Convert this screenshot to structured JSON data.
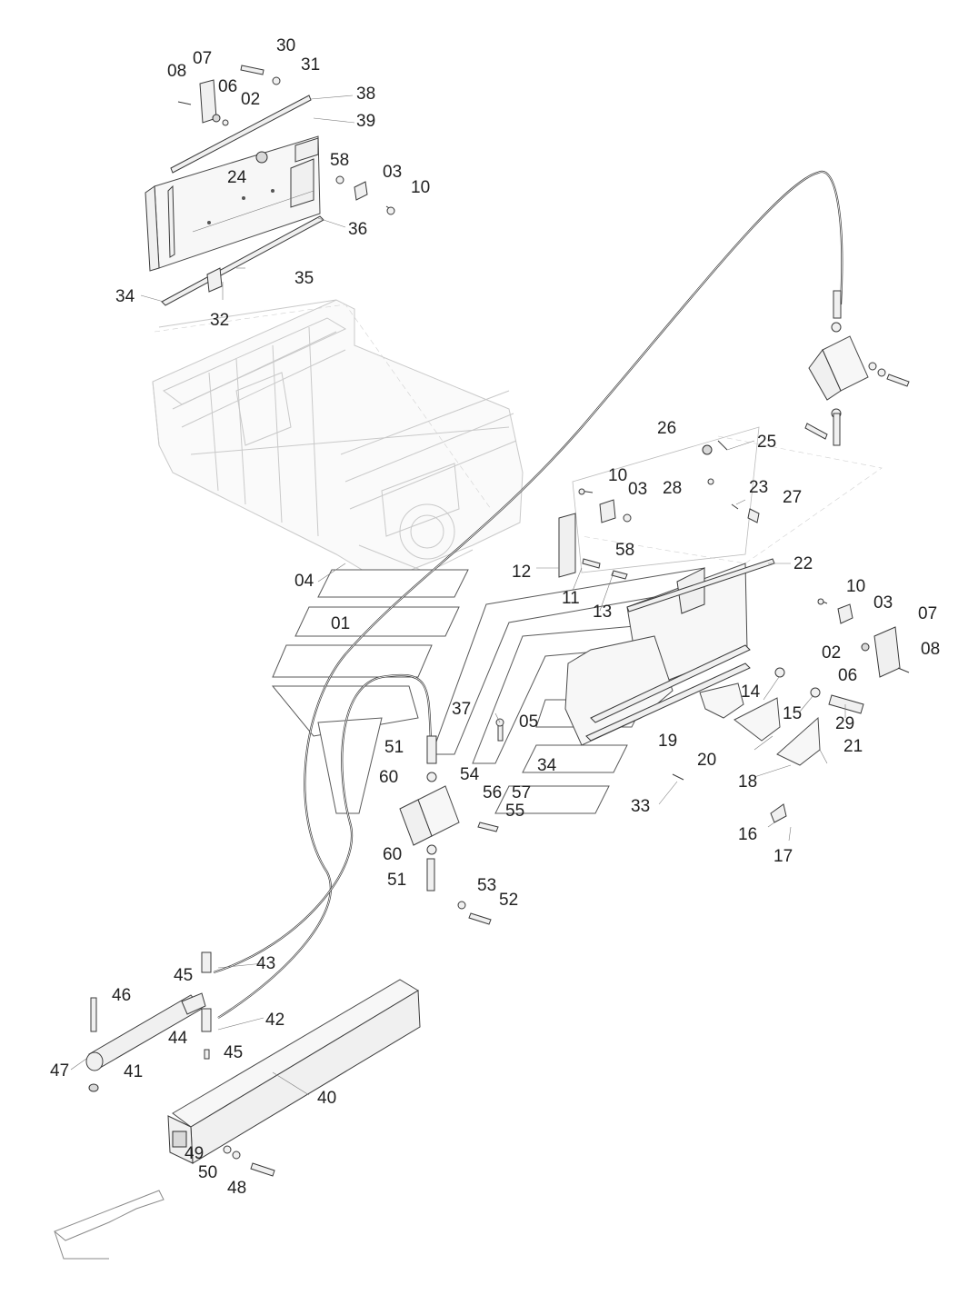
{
  "diagram": {
    "type": "exploded parts view",
    "accent_color": "#3a3a3a",
    "ghost_color": "#c9c9c9",
    "callouts": [
      {
        "id": "c-30",
        "label": "30"
      },
      {
        "id": "c-31",
        "label": "31"
      },
      {
        "id": "c-07a",
        "label": "07"
      },
      {
        "id": "c-08a",
        "label": "08"
      },
      {
        "id": "c-06a",
        "label": "06"
      },
      {
        "id": "c-02a",
        "label": "02"
      },
      {
        "id": "c-38",
        "label": "38"
      },
      {
        "id": "c-39",
        "label": "39"
      },
      {
        "id": "c-58a",
        "label": "58"
      },
      {
        "id": "c-03a",
        "label": "03"
      },
      {
        "id": "c-10a",
        "label": "10"
      },
      {
        "id": "c-24",
        "label": "24"
      },
      {
        "id": "c-36",
        "label": "36"
      },
      {
        "id": "c-35",
        "label": "35"
      },
      {
        "id": "c-34a",
        "label": "34"
      },
      {
        "id": "c-32",
        "label": "32"
      },
      {
        "id": "c-26",
        "label": "26"
      },
      {
        "id": "c-25",
        "label": "25"
      },
      {
        "id": "c-10b",
        "label": "10"
      },
      {
        "id": "c-03b",
        "label": "03"
      },
      {
        "id": "c-28",
        "label": "28"
      },
      {
        "id": "c-23",
        "label": "23"
      },
      {
        "id": "c-27",
        "label": "27"
      },
      {
        "id": "c-58b",
        "label": "58"
      },
      {
        "id": "c-12",
        "label": "12"
      },
      {
        "id": "c-22",
        "label": "22"
      },
      {
        "id": "c-04",
        "label": "04"
      },
      {
        "id": "c-11",
        "label": "11"
      },
      {
        "id": "c-13",
        "label": "13"
      },
      {
        "id": "c-10c",
        "label": "10"
      },
      {
        "id": "c-03c",
        "label": "03"
      },
      {
        "id": "c-07b",
        "label": "07"
      },
      {
        "id": "c-01",
        "label": "01"
      },
      {
        "id": "c-02b",
        "label": "02"
      },
      {
        "id": "c-08b",
        "label": "08"
      },
      {
        "id": "c-06b",
        "label": "06"
      },
      {
        "id": "c-14",
        "label": "14"
      },
      {
        "id": "c-15",
        "label": "15"
      },
      {
        "id": "c-29",
        "label": "29"
      },
      {
        "id": "c-37",
        "label": "37"
      },
      {
        "id": "c-05",
        "label": "05"
      },
      {
        "id": "c-19",
        "label": "19"
      },
      {
        "id": "c-20",
        "label": "20"
      },
      {
        "id": "c-21",
        "label": "21"
      },
      {
        "id": "c-51a",
        "label": "51"
      },
      {
        "id": "c-54",
        "label": "54"
      },
      {
        "id": "c-34b",
        "label": "34"
      },
      {
        "id": "c-60a",
        "label": "60"
      },
      {
        "id": "c-56",
        "label": "56"
      },
      {
        "id": "c-57",
        "label": "57"
      },
      {
        "id": "c-55",
        "label": "55"
      },
      {
        "id": "c-18",
        "label": "18"
      },
      {
        "id": "c-33",
        "label": "33"
      },
      {
        "id": "c-16",
        "label": "16"
      },
      {
        "id": "c-17",
        "label": "17"
      },
      {
        "id": "c-60b",
        "label": "60"
      },
      {
        "id": "c-51b",
        "label": "51"
      },
      {
        "id": "c-53",
        "label": "53"
      },
      {
        "id": "c-52",
        "label": "52"
      },
      {
        "id": "c-43",
        "label": "43"
      },
      {
        "id": "c-45a",
        "label": "45"
      },
      {
        "id": "c-46",
        "label": "46"
      },
      {
        "id": "c-42",
        "label": "42"
      },
      {
        "id": "c-44",
        "label": "44"
      },
      {
        "id": "c-45b",
        "label": "45"
      },
      {
        "id": "c-47",
        "label": "47"
      },
      {
        "id": "c-41",
        "label": "41"
      },
      {
        "id": "c-40",
        "label": "40"
      },
      {
        "id": "c-49",
        "label": "49"
      },
      {
        "id": "c-50",
        "label": "50"
      },
      {
        "id": "c-48",
        "label": "48"
      }
    ]
  }
}
